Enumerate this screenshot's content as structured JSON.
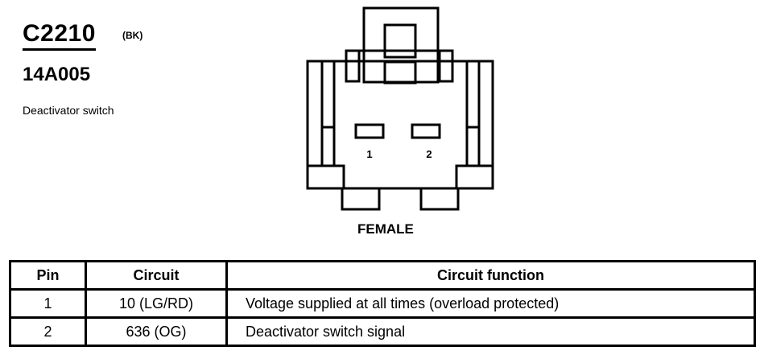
{
  "connector": {
    "id": "C2210",
    "color_code": "(BK)",
    "part_number": "14A005",
    "description": "Deactivator switch",
    "gender": "FEMALE",
    "pin_labels": [
      "1",
      "2"
    ]
  },
  "table": {
    "headers": [
      "Pin",
      "Circuit",
      "Circuit function"
    ],
    "rows": [
      [
        "1",
        "10 (LG/RD)",
        "Voltage supplied at all times (overload protected)"
      ],
      [
        "2",
        "636 (OG)",
        "Deactivator switch signal"
      ]
    ]
  }
}
